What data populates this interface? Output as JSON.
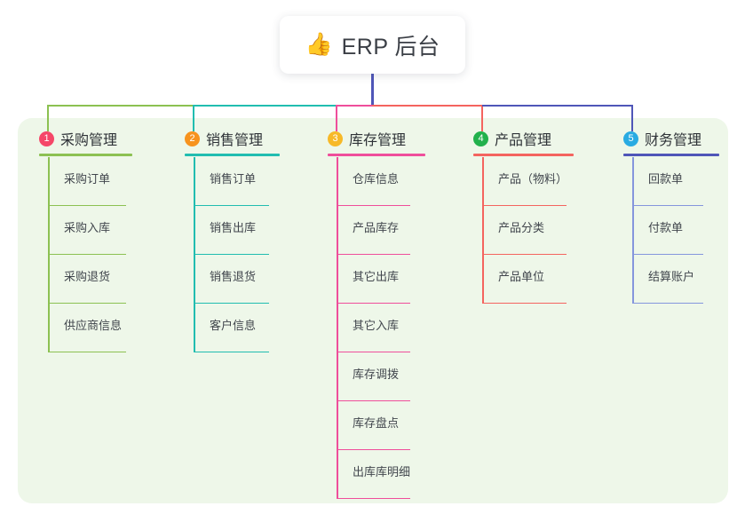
{
  "page": {
    "background": "#ffffff",
    "panel_color": "#eef7e9"
  },
  "root": {
    "icon": "thumbs-up-icon",
    "emoji": "👍",
    "title": "ERP 后台",
    "stem_color": "#4f56b8"
  },
  "columns": [
    {
      "number": "1",
      "title": "采购管理",
      "badge_color": "#f54768",
      "accent": "#8cc152",
      "items": [
        "采购订单",
        "采购入库",
        "采购退货",
        "供应商信息"
      ]
    },
    {
      "number": "2",
      "title": "销售管理",
      "badge_color": "#f7931e",
      "accent": "#21bdb0",
      "items": [
        "销售订单",
        "销售出库",
        "销售退货",
        "客户信息"
      ]
    },
    {
      "number": "3",
      "title": "库存管理",
      "badge_color": "#f7b928",
      "accent": "#ef4e9b",
      "items": [
        "仓库信息",
        "产品库存",
        "其它出库",
        "其它入库",
        "库存调拨",
        "库存盘点",
        "出库库明细"
      ]
    },
    {
      "number": "4",
      "title": "产品管理",
      "badge_color": "#22b14c",
      "accent": "#f4645f",
      "items": [
        "产品（物料）",
        "产品分类",
        "产品单位"
      ]
    },
    {
      "number": "5",
      "title": "财务管理",
      "badge_color": "#29abe2",
      "accent": "#8596dd",
      "head_accent": "#4f56b8",
      "items": [
        "回款单",
        "付款单",
        "结算账户"
      ]
    }
  ]
}
